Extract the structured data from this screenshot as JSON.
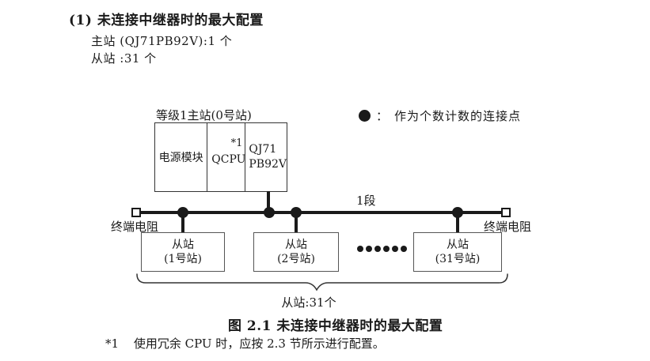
{
  "page": {
    "heading": "(1) 未连接中继器时的最大配置",
    "master_line": "主站 (QJ71PB92V):1 个",
    "slave_line": "从站 :31 个"
  },
  "diagram": {
    "master_label": "等级1主站(0号站)",
    "master_modules": {
      "power": "电源模块",
      "cpu": "QCPU",
      "cpu_note": "*1",
      "pb_line1": "QJ71",
      "pb_line2": "PB92V"
    },
    "legend": {
      "separator": "：",
      "text": "作为个数计数的连接点"
    },
    "segment_label": "1段",
    "terminator_left": "终端电阻",
    "terminator_right": "终端电阻",
    "slaves": [
      {
        "line1": "从站",
        "line2": "(1号站)"
      },
      {
        "line1": "从站",
        "line2": "(2号站)"
      },
      {
        "line1": "从站",
        "line2": "(31号站)"
      }
    ],
    "slave_count_label": "从站:31个"
  },
  "caption": "图 2.1 未连接中继器时的最大配置",
  "footnote": {
    "marker": "*1",
    "text": "使用冗余 CPU 时，应按 2.3 节所示进行配置。"
  },
  "colors": {
    "ink": "#1a1a1a",
    "box_border": "#555555",
    "background": "#ffffff"
  }
}
